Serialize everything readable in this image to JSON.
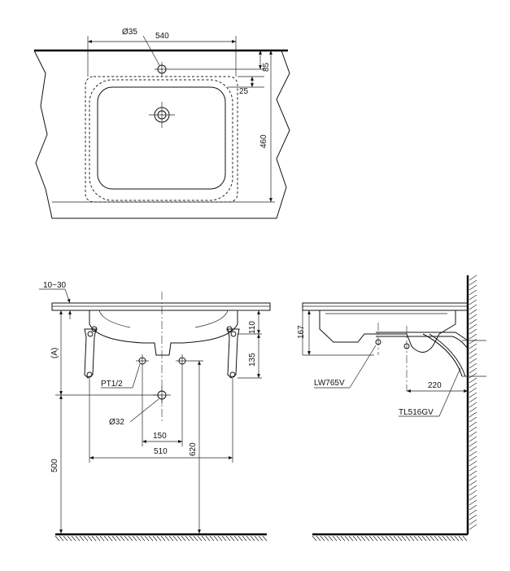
{
  "top_view": {
    "dim_tap_hole": "Ø35",
    "dim_overall_width": "540",
    "dim_tap_offset": "85",
    "dim_rim_offset": "25",
    "dim_depth": "460"
  },
  "front_view": {
    "dim_wall_thickness": "10~30",
    "dim_height_a": "(A)",
    "dim_bowl_height": "110",
    "dim_bracket_spacing": "135",
    "label_supply_thread": "PT1/2",
    "dim_drain_hole": "Ø32",
    "dim_supply_spacing": "150",
    "dim_bracket_width": "510",
    "dim_drain_height": "620",
    "dim_rim_height": "500"
  },
  "side_view": {
    "dim_basin_height": "167",
    "label_part_lw": "LW765V",
    "dim_projection": "220",
    "label_part_tl": "TL516GV"
  }
}
